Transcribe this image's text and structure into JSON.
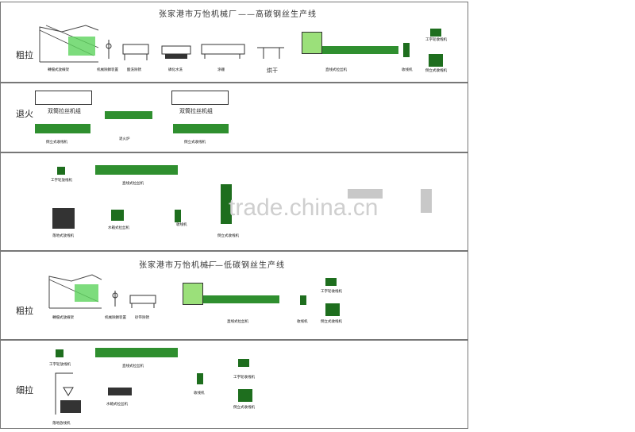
{
  "header1": {
    "factory": "张家港市万怡机械厂",
    "line": "——高碳钢丝生产线"
  },
  "header2": {
    "factory": "张家港市万怡机械厂",
    "line": "——低碳钢丝生产线"
  },
  "sections": {
    "s1": "粗拉",
    "s2": "退火",
    "s4": "粗拉",
    "s5": "细拉"
  },
  "labels": {
    "s1_a": "轉擋式放線架",
    "s1_b": "机械除鳞装置",
    "s1_c": "酸洗除锈",
    "s1_d": "磷化水洗",
    "s1_e": "涂硼",
    "s1_f": "烘干",
    "s1_g": "直线式拉丝机",
    "s1_h": "收线机",
    "s1_i": "工字轮收线机",
    "s1_j": "倒立式收线机",
    "s2_a": "双筒拉丝机组",
    "s2_b": "倒立式收线机",
    "s2_c": "退火炉",
    "s2_d": "双筒拉丝机组",
    "s2_e": "倒立式收线机",
    "s3_a": "工字轮放线机",
    "s3_b": "直线式拉丝机",
    "s3_c": "收线机",
    "s3_d": "水箱式拉丝机",
    "s3_e": "倒立式收线机",
    "s3_f": "落地式放线机",
    "s4_a": "轉擋式放線架",
    "s4_b": "机械除鳞装置",
    "s4_c": "砂带除锈",
    "s4_d": "直线式拉丝机",
    "s4_e": "收线机",
    "s4_f": "工字轮收线机",
    "s4_g": "倒立式收线机",
    "s5_a": "工字轮放线机",
    "s5_b": "直线式拉丝机",
    "s5_c": "水箱式拉丝机",
    "s5_d": "收线机",
    "s5_e": "工字轮收线机",
    "s5_f": "倒立式收线机",
    "s5_g": "落地放线机"
  },
  "watermark": "trade.china.cn",
  "colors": {
    "machine": "#2f8f2f",
    "machine_dark": "#1e6e1e",
    "coil": "#9be07a"
  }
}
